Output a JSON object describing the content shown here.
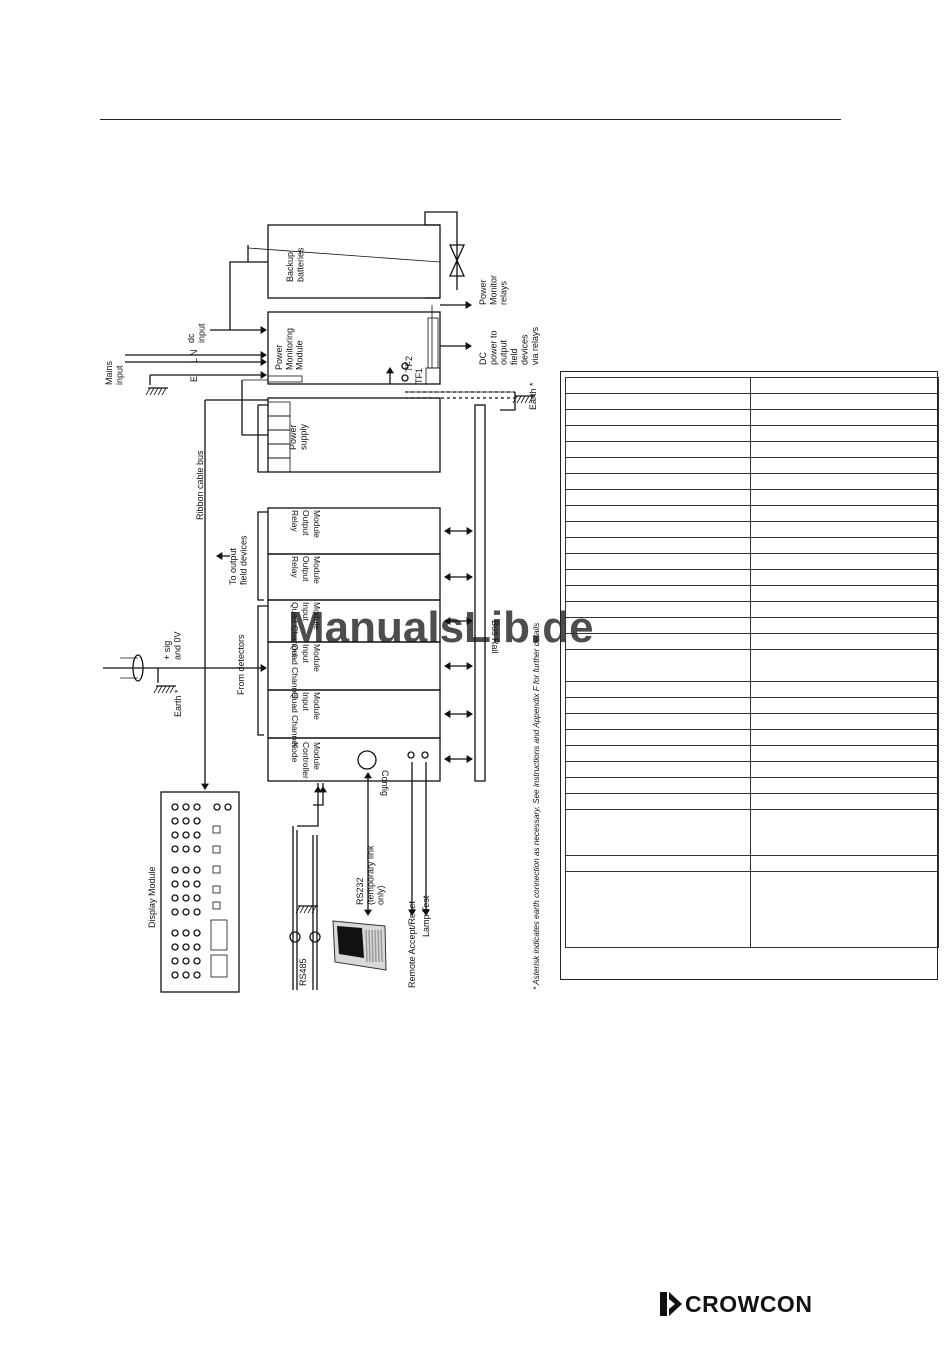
{
  "labels": {
    "backup_batteries": [
      "Backup",
      "batteries"
    ],
    "power_monitor_relays": [
      "Power",
      "Monitor",
      "relays"
    ],
    "dc_input": [
      "dc",
      "input"
    ],
    "power_monitoring_module": [
      "Power",
      "Monitoring",
      "Module"
    ],
    "mains_input": [
      "Mains",
      "input"
    ],
    "mains_terms": [
      "L",
      "N",
      "E"
    ],
    "tf2": "TF2",
    "tf1": "TF1",
    "dc_output": [
      "DC",
      "power to",
      "output",
      "field",
      "devices",
      "via relays"
    ],
    "earth_top": "Earth",
    "power_supply": [
      "Power",
      "supply"
    ],
    "ribbon_cable_bus": "Ribbon cable bus",
    "to_output": [
      "To output",
      "field devices"
    ],
    "relay_module": [
      "Relay",
      "Output",
      "Module"
    ],
    "quad_module": [
      "Quad Channel",
      "Input",
      "Module"
    ],
    "node_controller": [
      "Node",
      "Controller",
      "Module"
    ],
    "config": "Config",
    "bus_rail": "Bus Rail",
    "from_detectors": "From detectors",
    "sig": [
      "+ sig",
      "and 0V"
    ],
    "earth_left": "Earth",
    "asterisk": "*",
    "display_module": "Display Module",
    "rs485": "RS485",
    "rs232": [
      "RS232",
      "(temporary link",
      "only)"
    ],
    "remote_accept": "Remote Accept/Reset",
    "lamp_test": "Lamp Test",
    "footnote": "* Asterisk indicates earth connection as necessary. See instructions and Appendix F for further details"
  },
  "watermark": "ManualsLib.de",
  "brand": "CROWCON",
  "legend_rows": 30
}
